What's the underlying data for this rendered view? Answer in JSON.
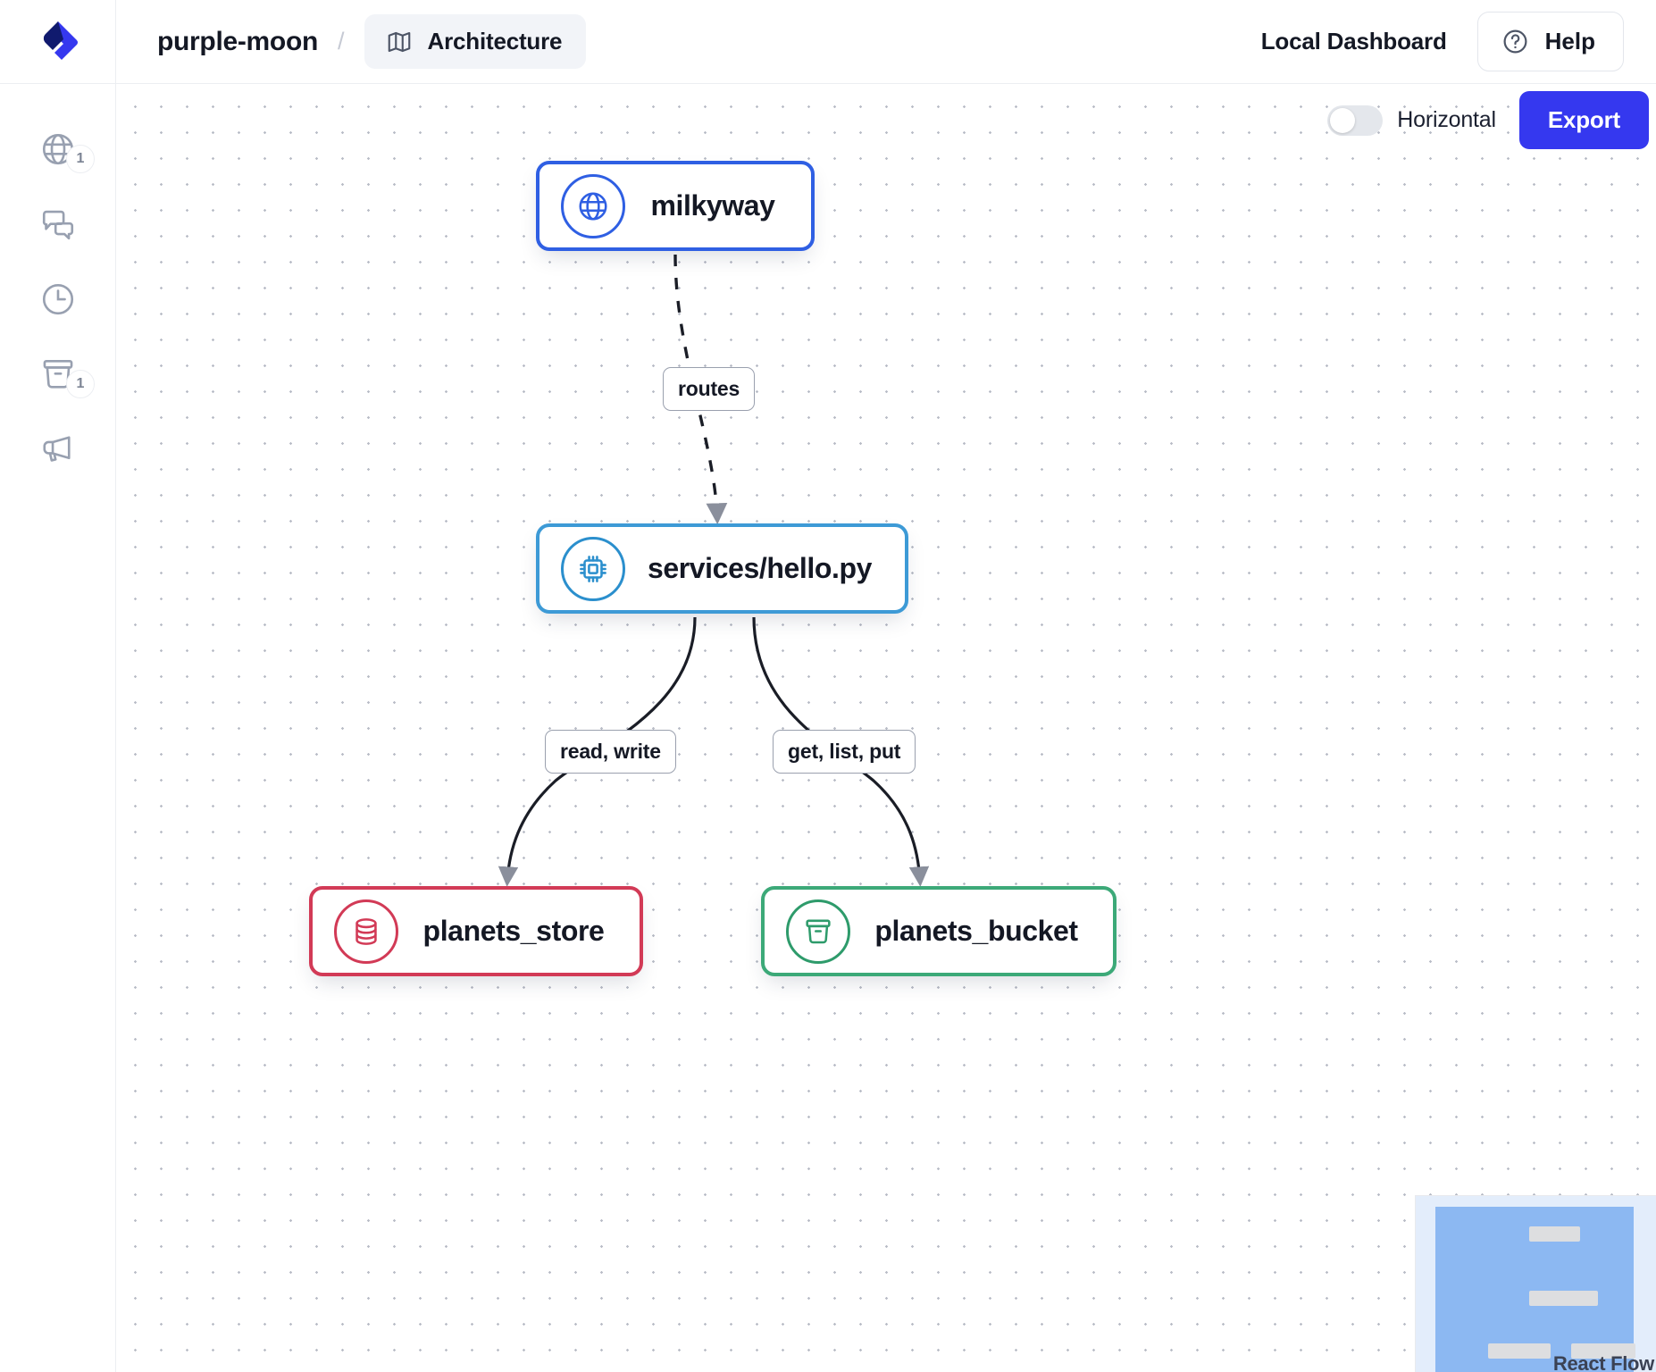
{
  "header": {
    "logo_icon": "app-logo-icon",
    "project_name": "purple-moon",
    "separator": "/",
    "tab": {
      "label": "Architecture",
      "icon": "map-icon"
    },
    "local_dashboard": "Local Dashboard",
    "help": {
      "label": "Help",
      "icon": "question-circle-icon"
    }
  },
  "sidebar": {
    "items": [
      {
        "name": "globe",
        "icon": "globe-icon",
        "badge": "1"
      },
      {
        "name": "chat",
        "icon": "chat-bubbles-icon",
        "badge": ""
      },
      {
        "name": "clock",
        "icon": "clock-icon",
        "badge": ""
      },
      {
        "name": "bucket",
        "icon": "bucket-icon",
        "badge": "1"
      },
      {
        "name": "announcements",
        "icon": "megaphone-icon",
        "badge": ""
      }
    ]
  },
  "canvas": {
    "controls": {
      "orientation_toggle_label": "Horizontal",
      "orientation_toggle_on": false,
      "export_label": "Export"
    },
    "attribution": "React Flow",
    "nodes": [
      {
        "id": "milkyway",
        "label": "milkyway",
        "icon": "globe-icon",
        "color": "#2f5fe3"
      },
      {
        "id": "service",
        "label": "services/hello.py",
        "icon": "chip-icon",
        "color": "#3d9ad6"
      },
      {
        "id": "store",
        "label": "planets_store",
        "icon": "database-icon",
        "color": "#d23a56"
      },
      {
        "id": "bucket",
        "label": "planets_bucket",
        "icon": "bucket-icon",
        "color": "#3ca978"
      }
    ],
    "edges": [
      {
        "from": "milkyway",
        "to": "service",
        "label": "routes",
        "style": "dashed"
      },
      {
        "from": "service",
        "to": "store",
        "label": "read, write",
        "style": "solid"
      },
      {
        "from": "service",
        "to": "bucket",
        "label": "get, list, put",
        "style": "solid"
      }
    ]
  },
  "colors": {
    "accent": "#3538ef",
    "node_blue": "#2f5fe3",
    "node_lightblue": "#3d9ad6",
    "node_red": "#d23a56",
    "node_green": "#3ca978",
    "minimap_mask": "#8cb8f2"
  }
}
